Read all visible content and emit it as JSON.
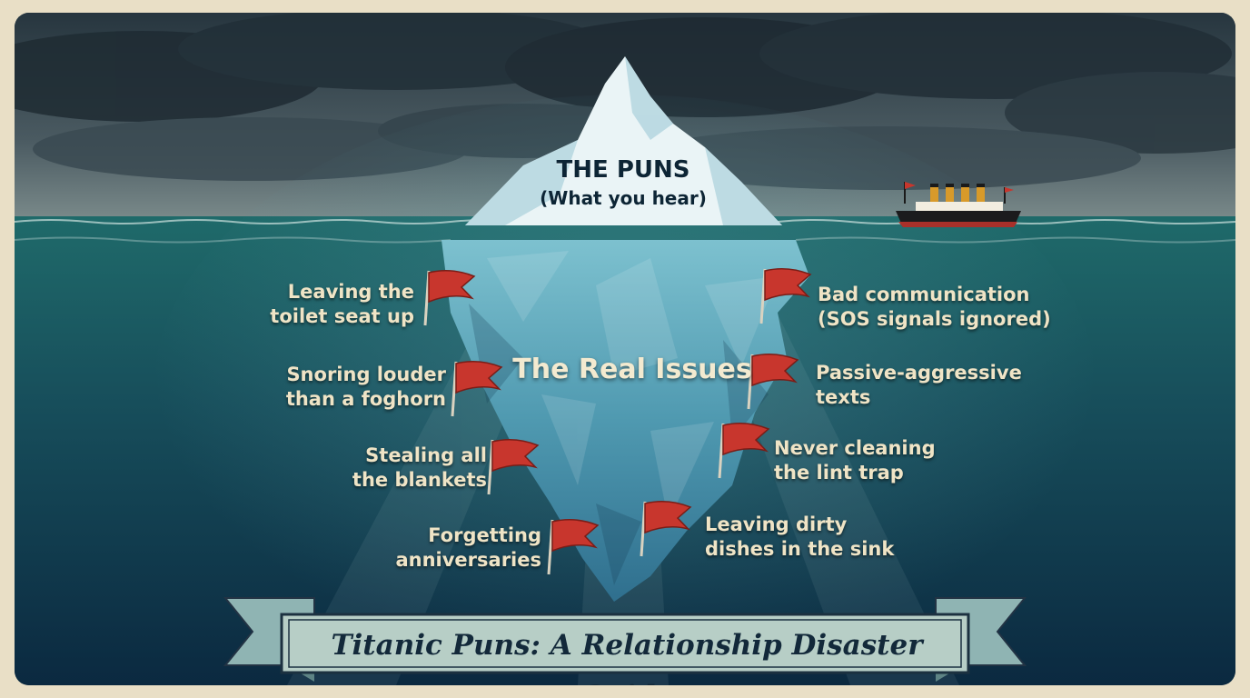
{
  "title": "Titanic Puns: A Relationship Disaster Guide",
  "tip": {
    "heading": "THE PUNS",
    "subheading": "(What you hear)"
  },
  "center_label": "The Real Issues",
  "issues_left": [
    "Leaving the\ntoilet seat up",
    "Snoring louder\nthan a foghorn",
    "Stealing all\nthe blankets",
    "Forgetting\nanniversaries"
  ],
  "issues_right": [
    "Bad communication\n(SOS signals ignored)",
    "Passive-aggressive\ntexts",
    "Never cleaning\nthe lint trap",
    "Leaving dirty\ndishes in the sink"
  ],
  "colors": {
    "flag": "#c8362d",
    "text": "#efe4c6",
    "banner": "#b7cec6",
    "ribbon": "#8fb4b3"
  },
  "icons": [
    "iceberg-icon",
    "ship-icon",
    "red-flag-icon",
    "banner-ribbon-icon"
  ]
}
